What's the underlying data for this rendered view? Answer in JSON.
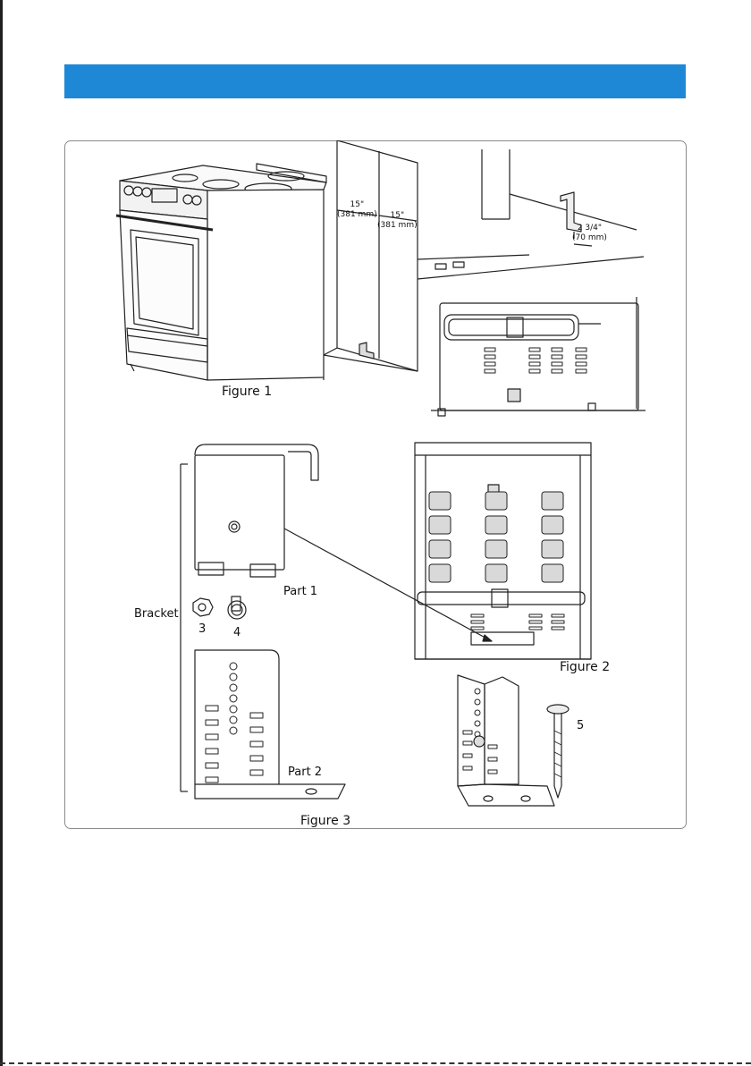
{
  "header": {
    "title": ""
  },
  "figure1": {
    "caption": "Figure 1",
    "dim_a_in": "15\"",
    "dim_a_mm": "(381 mm)",
    "dim_b_in": "15\"",
    "dim_b_mm": "(381 mm)",
    "dim_c_in": "2 3/4\"",
    "dim_c_mm": "(70 mm)"
  },
  "figure2": {
    "caption": "Figure 2"
  },
  "figure3": {
    "caption": "Figure 3",
    "bracket_label": "Bracket",
    "part1_label": "Part 1",
    "part2_label": "Part 2",
    "num_3": "3",
    "num_4": "4",
    "num_5": "5"
  }
}
